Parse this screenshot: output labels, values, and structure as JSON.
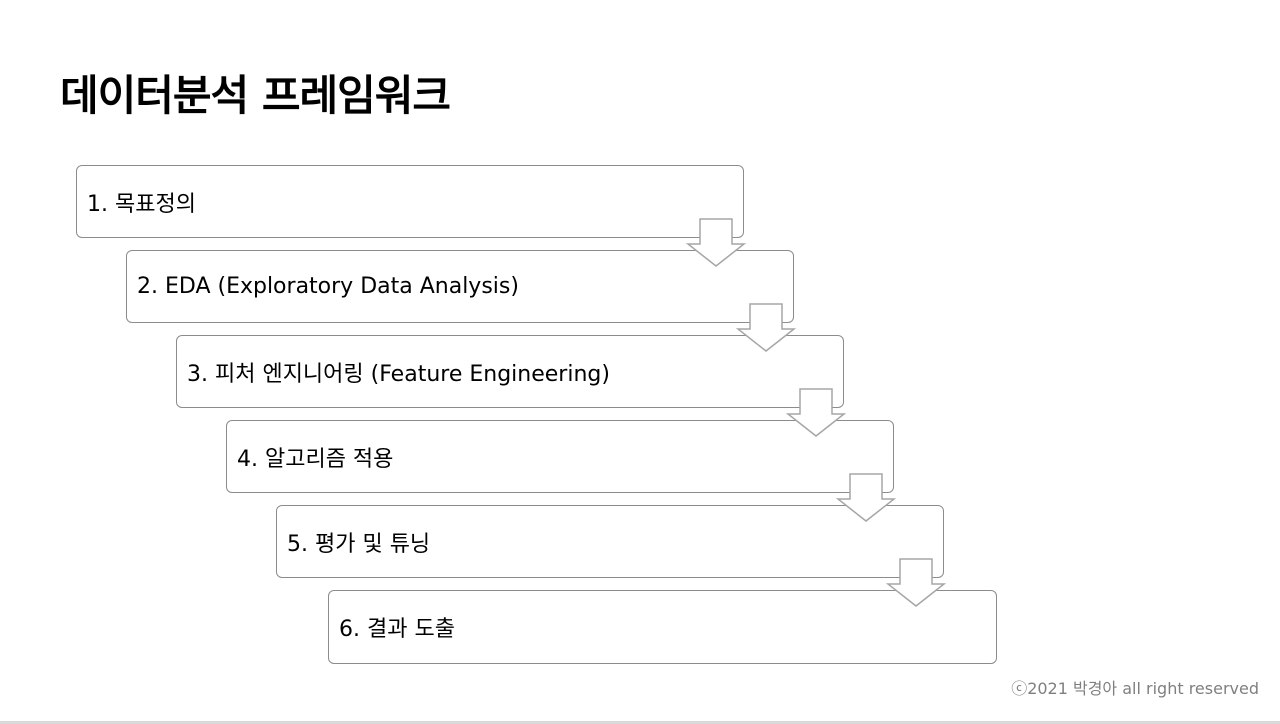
{
  "title": "데이터분석 프레임워크",
  "steps": [
    {
      "label": "1. 목표정의"
    },
    {
      "label": "2. EDA (Exploratory Data Analysis)"
    },
    {
      "label": "3. 피처 엔지니어링 (Feature Engineering)"
    },
    {
      "label": "4. 알고리즘 적용"
    },
    {
      "label": "5. 평가 및 튜닝"
    },
    {
      "label": "6. 결과 도출"
    }
  ],
  "footer": "ⓒ2021 박경아 all right reserved",
  "colors": {
    "box_border": "#8c8c8c",
    "arrow_stroke": "#a6a6a6",
    "footer_text": "#7f7f7f"
  },
  "icons": {
    "flow_arrow": "down-arrow-icon"
  }
}
